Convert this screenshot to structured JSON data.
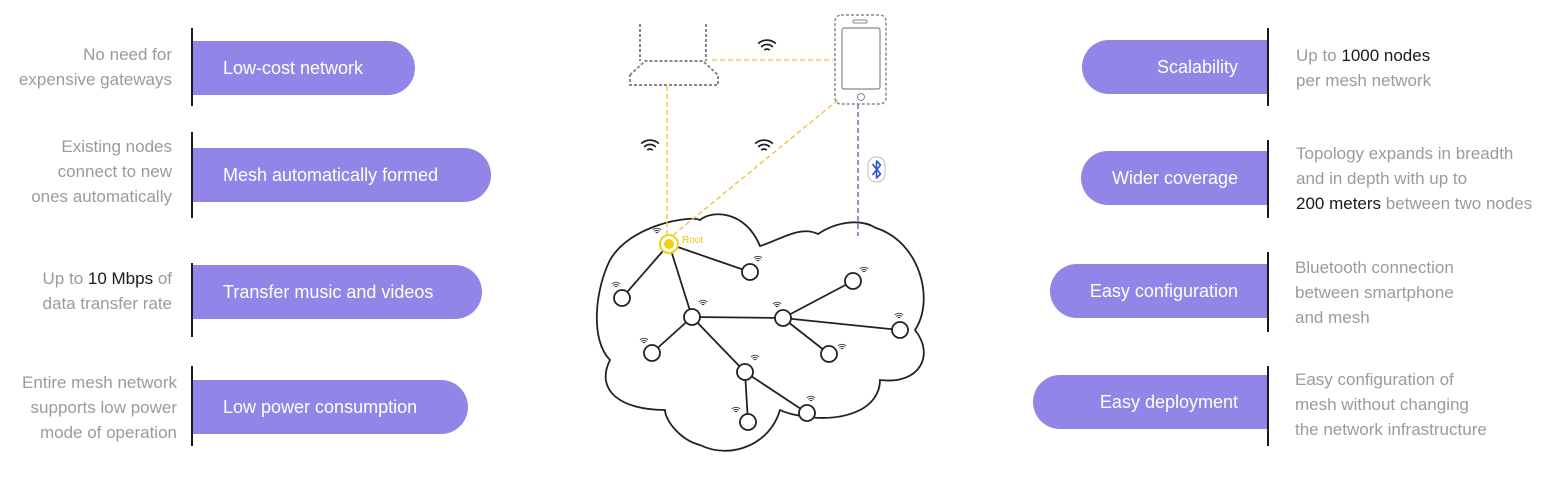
{
  "colors": {
    "pill": "#9186e8",
    "pill_text": "#ffffff",
    "desc": "#9b9b9b",
    "highlight": "#1a1a1a",
    "root": "#f2d20f",
    "link_wifi": "#f0c030",
    "link_bt": "#4a5bd4"
  },
  "left_features": [
    {
      "label": "Low-cost network",
      "desc": [
        [
          {
            "t": "No need for"
          }
        ],
        [
          {
            "t": "expensive gateways"
          }
        ]
      ]
    },
    {
      "label": "Mesh automatically formed",
      "desc": [
        [
          {
            "t": "Existing nodes"
          }
        ],
        [
          {
            "t": "connect to new"
          }
        ],
        [
          {
            "t": "ones automatically"
          }
        ]
      ]
    },
    {
      "label": "Transfer music and videos",
      "desc": [
        [
          {
            "t": "Up to "
          },
          {
            "t": "10 Mbps",
            "hl": true
          },
          {
            "t": " of"
          }
        ],
        [
          {
            "t": "data transfer rate"
          }
        ]
      ]
    },
    {
      "label": "Low power consumption",
      "desc": [
        [
          {
            "t": "Entire mesh network"
          }
        ],
        [
          {
            "t": "supports low power"
          }
        ],
        [
          {
            "t": "mode of operation"
          }
        ]
      ]
    }
  ],
  "right_features": [
    {
      "label": "Scalability",
      "desc": [
        [
          {
            "t": "Up to "
          },
          {
            "t": "1000 nodes",
            "hl": true
          }
        ],
        [
          {
            "t": "per mesh network"
          }
        ]
      ]
    },
    {
      "label": "Wider coverage",
      "desc": [
        [
          {
            "t": "Topology expands in breadth"
          }
        ],
        [
          {
            "t": "and in depth with up to"
          }
        ],
        [
          {
            "t": "200 meters",
            "hl": true
          },
          {
            "t": " between two nodes"
          }
        ]
      ]
    },
    {
      "label": "Easy configuration",
      "desc": [
        [
          {
            "t": "Bluetooth connection"
          }
        ],
        [
          {
            "t": "between smartphone"
          }
        ],
        [
          {
            "t": "and mesh"
          }
        ]
      ]
    },
    {
      "label": "Easy deployment",
      "desc": [
        [
          {
            "t": "Easy configuration of"
          }
        ],
        [
          {
            "t": "mesh without changing"
          }
        ],
        [
          {
            "t": "the network infrastructure"
          }
        ]
      ]
    }
  ],
  "diagram": {
    "root_label": "Root",
    "icons": {
      "router": "router-icon",
      "phone": "smartphone-icon",
      "wifi": "wifi-icon",
      "bluetooth": "bluetooth-icon",
      "cloud": "cloud-outline",
      "node": "mesh-node"
    }
  }
}
